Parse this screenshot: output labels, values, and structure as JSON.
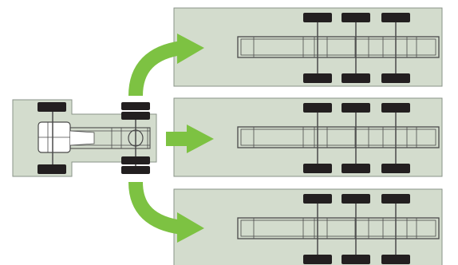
{
  "colors": {
    "panel_fill": "#d3dccd",
    "panel_stroke": "#8a9388",
    "arrow": "#7dc242",
    "tire": "#231f20",
    "frame": "#4a4a4a",
    "cab": "#ffffff"
  },
  "icons": {
    "tractor": "tractor-top-view-icon",
    "arrow": "curved-arrow-icon",
    "trailer": "tri-axle-trailer-top-view-icon"
  },
  "diagram": {
    "description_items": [
      {
        "id": "tractor-unit"
      },
      {
        "id": "trailer-top"
      },
      {
        "id": "trailer-middle"
      },
      {
        "id": "trailer-bottom"
      }
    ]
  }
}
